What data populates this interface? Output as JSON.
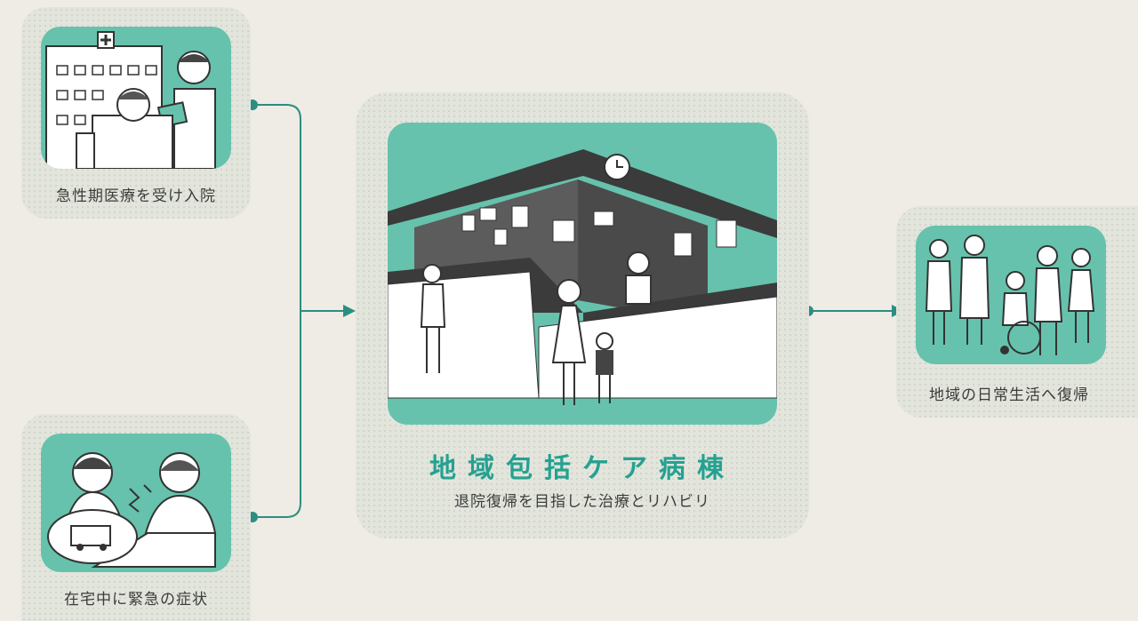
{
  "steps": {
    "acute": {
      "caption": "急性期医療を受け入院"
    },
    "emergency": {
      "caption": "在宅中に緊急の症状"
    },
    "ward": {
      "title": "地域包括ケア病棟",
      "subtitle": "退院復帰を目指した治療とリハビリ"
    },
    "return": {
      "caption": "地域の日常生活へ復帰"
    }
  },
  "icons": [
    "hospital-building-icon",
    "doctor-icon",
    "patient-icon",
    "worried-person-icon",
    "ambulance-icon",
    "clock-icon",
    "nurse-station-icon",
    "community-people-icon",
    "wheelchair-icon"
  ],
  "colors": {
    "accent": "#26a191",
    "teal": "#66c2ac",
    "card": "#e3e5dc",
    "background": "#efebe5",
    "ink": "#3c3c3c"
  }
}
